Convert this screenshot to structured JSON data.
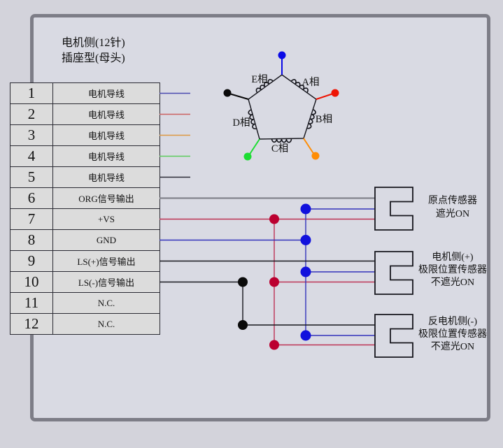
{
  "title": {
    "line1": "电机侧(12针)",
    "line2": "插座型(母头)"
  },
  "table": {
    "rows": [
      {
        "pin": "1",
        "label": "电机导线"
      },
      {
        "pin": "2",
        "label": "电机导线"
      },
      {
        "pin": "3",
        "label": "电机导线"
      },
      {
        "pin": "4",
        "label": "电机导线"
      },
      {
        "pin": "5",
        "label": "电机导线"
      },
      {
        "pin": "6",
        "label": "ORG信号输出"
      },
      {
        "pin": "7",
        "label": "+VS"
      },
      {
        "pin": "8",
        "label": "GND"
      },
      {
        "pin": "9",
        "label": "LS(+)信号输出"
      },
      {
        "pin": "10",
        "label": "LS(-)信号输出"
      },
      {
        "pin": "11",
        "label": "N.C."
      },
      {
        "pin": "12",
        "label": "N.C."
      }
    ]
  },
  "pentagon": {
    "phases": {
      "a": "A相",
      "b": "B相",
      "c": "C相",
      "d": "D相",
      "e": "E相"
    }
  },
  "sensors": [
    {
      "line1": "原点传感器",
      "line2": "遮光ON",
      "line3": ""
    },
    {
      "line1": "电机侧(+)",
      "line2": "极限位置传感器",
      "line3": "不遮光ON"
    },
    {
      "line1": "反电机侧(-)",
      "line2": "极限位置传感器",
      "line3": "不遮光ON"
    }
  ],
  "colors": {
    "frame_border": "#7d7d87",
    "page_bg": "#d3d3db",
    "panel_bg": "#d9dae3",
    "table_bg": "#dcdcdc",
    "diagram_line": "#16161d",
    "wire_gray": "#83838d",
    "wire_blue": "#3232bb",
    "wire_crimson": "#bd3355",
    "wire_black": "#16161d",
    "dot_blue": "#1111dd",
    "dot_crimson": "#bb0030",
    "dot_black": "#0a0a0a",
    "stub_blue": "#4a4ab0",
    "stub_red": "#cc6161",
    "stub_orange": "#dd9944",
    "stub_green": "#5ecc5e",
    "stub_black": "#2e2e3a",
    "term_blue": "#0a0ae6",
    "term_red": "#ee1505",
    "term_orange": "#ff8d05",
    "term_green": "#1ddd33",
    "term_black": "#0a0a0a"
  }
}
